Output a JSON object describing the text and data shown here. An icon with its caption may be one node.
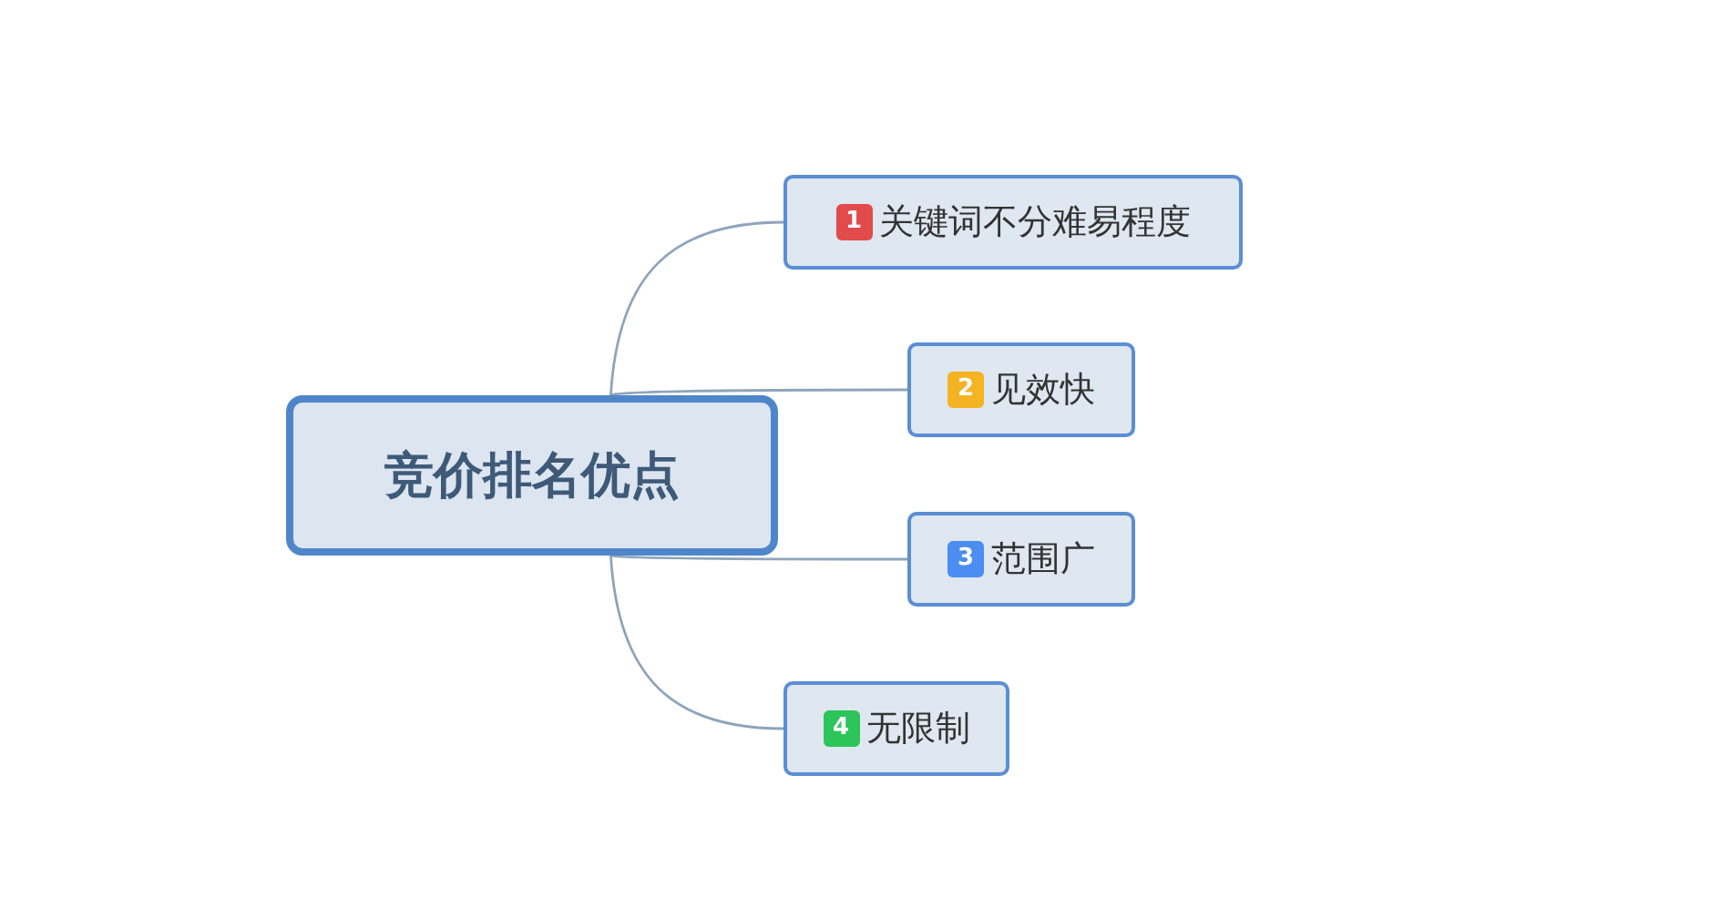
{
  "diagram": {
    "nodes": [
      {
        "text": [
          "竞价排名优点"
        ]
      },
      {
        "text": [
          "1",
          "关键词不分难易程度"
        ]
      },
      {
        "text": [
          "2",
          "见效快"
        ]
      },
      {
        "text": [
          "3",
          "范围广"
        ]
      },
      {
        "text": [
          "4",
          "无限制"
        ]
      }
    ],
    "edges": [
      {
        "from": 0,
        "to": 1,
        "arrow": "none"
      },
      {
        "from": 0,
        "to": 2,
        "arrow": "none"
      },
      {
        "from": 0,
        "to": 3,
        "arrow": "none"
      },
      {
        "from": 0,
        "to": 4,
        "arrow": "none"
      }
    ]
  }
}
